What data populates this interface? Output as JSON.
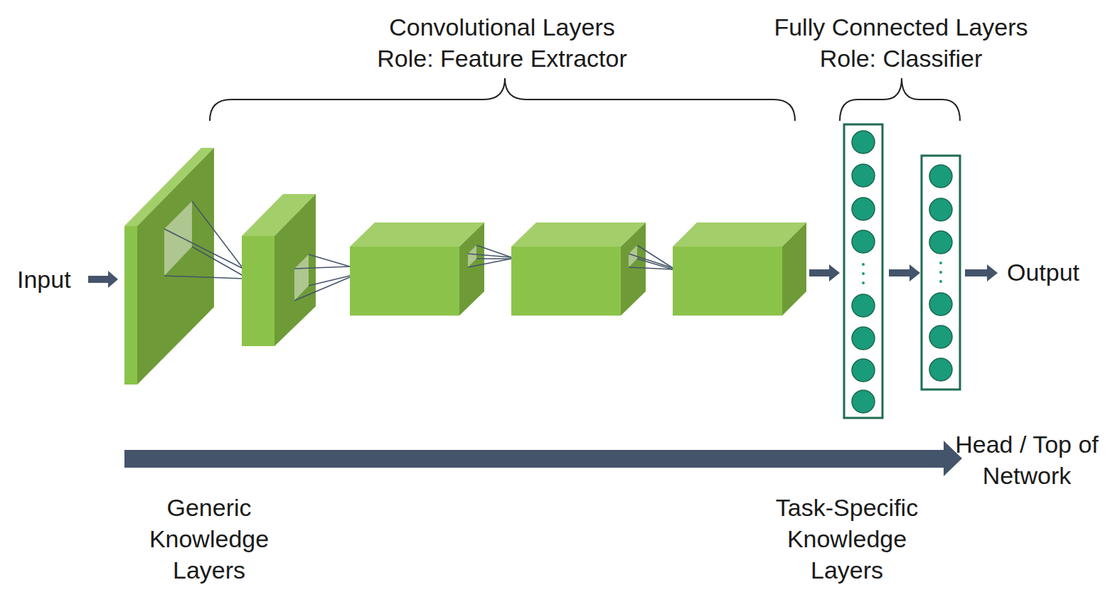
{
  "diagram": {
    "labels": [
      "Convolutional Layers",
      "Role: Feature Extractor",
      "Fully Connected Layers",
      "Role: Classifier",
      "Input",
      "Output",
      "Head / Top of Network",
      "Generic Knowledge Layers",
      "Task-Specific Knowledge Layers"
    ]
  }
}
